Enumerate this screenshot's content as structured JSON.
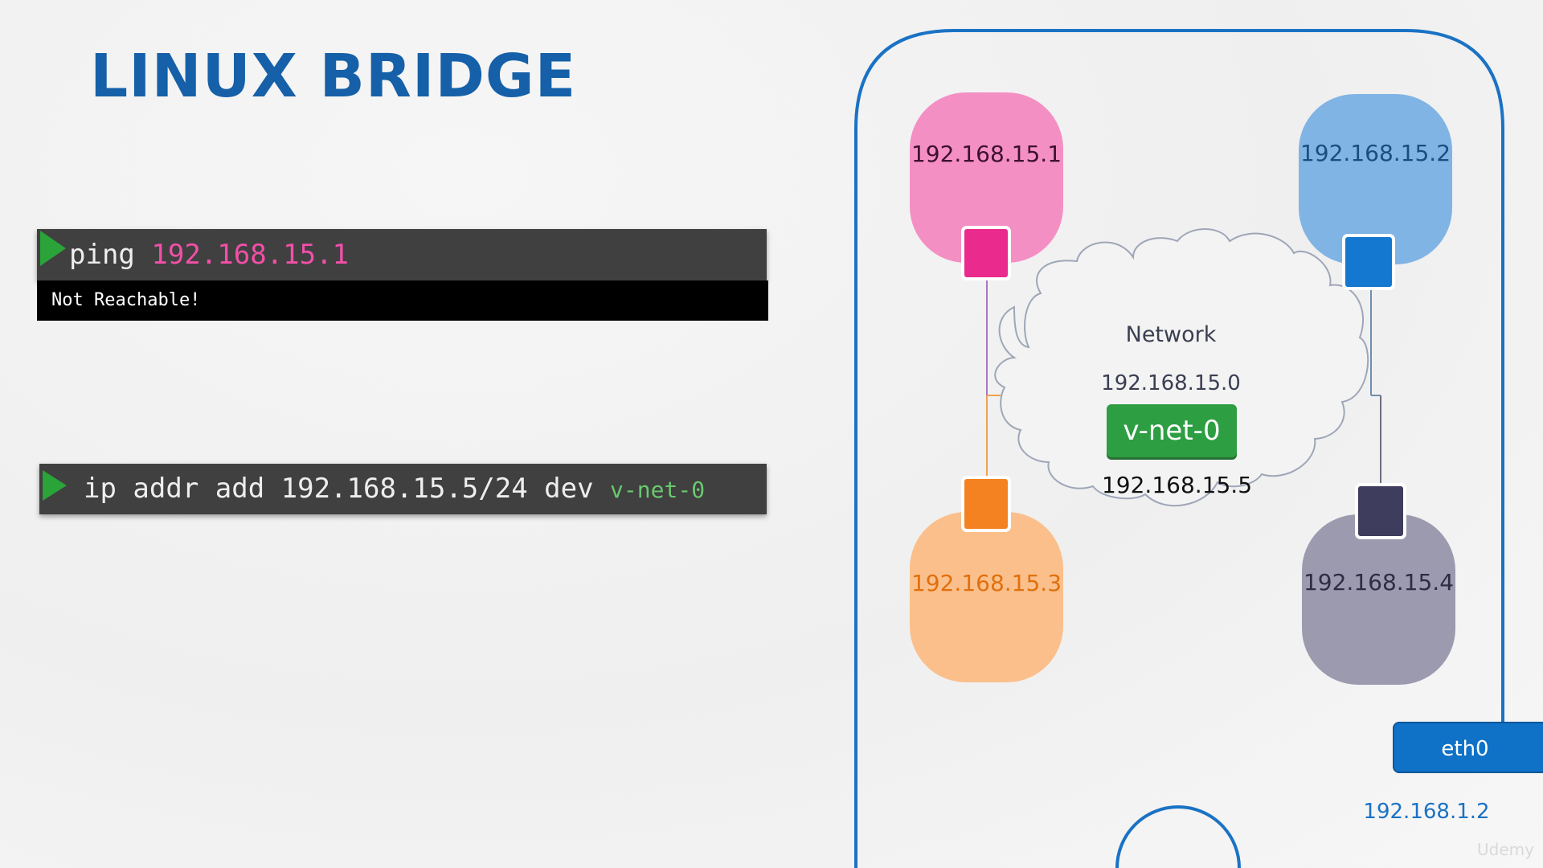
{
  "slide": {
    "title": "LINUX BRIDGE"
  },
  "terminal1": {
    "command": "ping",
    "arg": "192.168.15.1",
    "output": "Not Reachable!"
  },
  "terminal2": {
    "command": "ip addr add 192.168.15.5/24 dev",
    "arg": "v-net-0"
  },
  "diagram": {
    "namespaces": [
      {
        "ip": "192.168.15.1",
        "color": "#f48fc4",
        "port_color": "#ea2a8c",
        "text_color": "#3d1030"
      },
      {
        "ip": "192.168.15.2",
        "color": "#80b4e4",
        "port_color": "#1477d0",
        "text_color": "#1a4e80"
      },
      {
        "ip": "192.168.15.3",
        "color": "#fbbf8b",
        "port_color": "#f58220",
        "text_color": "#e0700d"
      },
      {
        "ip": "192.168.15.4",
        "color": "#9c9aae",
        "port_color": "#3f3d5e",
        "text_color": "#2e2d45"
      }
    ],
    "network": {
      "label": "Network",
      "subnet": "192.168.15.0",
      "bridge": "v-net-0",
      "bridge_ip": "192.168.15.5"
    },
    "interface": {
      "label": "eth0",
      "ip": "192.168.1.2"
    }
  },
  "watermark": "Udemy",
  "colors": {
    "title": "#1560a8",
    "terminal_bg": "#404040",
    "prompt": "#2aa339",
    "ping_arg": "#f24fa8",
    "vnet_arg": "#6ac86e",
    "host_border": "#1a72c4"
  }
}
